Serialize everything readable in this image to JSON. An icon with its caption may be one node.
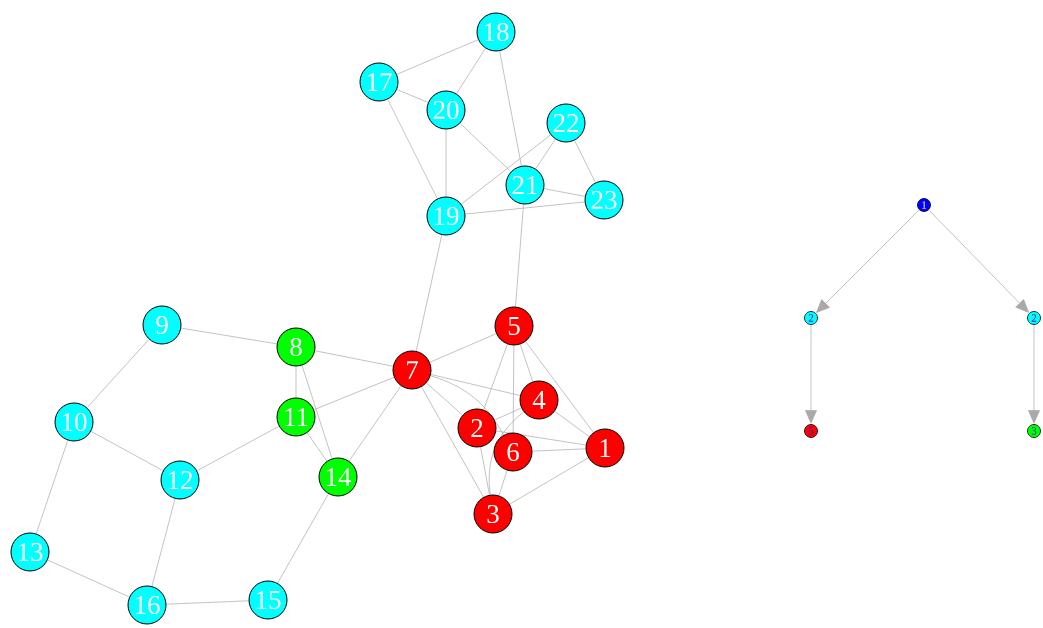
{
  "diagram": {
    "nodes": [
      {
        "text": [
          "1"
        ]
      },
      {
        "text": [
          "2"
        ]
      },
      {
        "text": [
          "3"
        ]
      },
      {
        "text": [
          "4"
        ]
      },
      {
        "text": [
          "5"
        ]
      },
      {
        "text": [
          "6"
        ]
      },
      {
        "text": [
          "7"
        ]
      },
      {
        "text": [
          "8"
        ]
      },
      {
        "text": [
          "9"
        ]
      },
      {
        "text": [
          "10"
        ]
      },
      {
        "text": [
          "11"
        ]
      },
      {
        "text": [
          "12"
        ]
      },
      {
        "text": [
          "13"
        ]
      },
      {
        "text": [
          "14"
        ]
      },
      {
        "text": [
          "15"
        ]
      },
      {
        "text": [
          "16"
        ]
      },
      {
        "text": [
          "17"
        ]
      },
      {
        "text": [
          "18"
        ]
      },
      {
        "text": [
          "19"
        ]
      },
      {
        "text": [
          "20"
        ]
      },
      {
        "text": [
          "21"
        ]
      },
      {
        "text": [
          "22"
        ]
      },
      {
        "text": [
          "23"
        ]
      },
      {
        "text": [
          "1"
        ]
      },
      {
        "text": [
          "2"
        ]
      },
      {
        "text": [
          "2"
        ]
      },
      {
        "text": [
          "5"
        ]
      },
      {
        "text": [
          "3"
        ]
      }
    ],
    "edges": [
      {
        "from": 6,
        "to": 1,
        "arrow": "none"
      },
      {
        "from": 6,
        "to": 5,
        "arrow": "none"
      },
      {
        "from": 6,
        "to": 2,
        "arrow": "none"
      },
      {
        "from": 6,
        "to": 4,
        "arrow": "none"
      },
      {
        "from": 6,
        "to": 3,
        "arrow": "none"
      },
      {
        "from": 4,
        "to": 1,
        "arrow": "none"
      },
      {
        "from": 4,
        "to": 5,
        "arrow": "none"
      },
      {
        "from": 4,
        "to": 3,
        "arrow": "none"
      },
      {
        "from": 4,
        "to": 0,
        "arrow": "none"
      },
      {
        "from": 3,
        "to": 0,
        "arrow": "none"
      },
      {
        "from": 3,
        "to": 1,
        "arrow": "none"
      },
      {
        "from": 3,
        "to": 2,
        "arrow": "none"
      },
      {
        "from": 5,
        "to": 2,
        "arrow": "none"
      },
      {
        "from": 5,
        "to": 0,
        "arrow": "none"
      },
      {
        "from": 1,
        "to": 0,
        "arrow": "none"
      },
      {
        "from": 1,
        "to": 2,
        "arrow": "none"
      },
      {
        "from": 2,
        "to": 0,
        "arrow": "none"
      },
      {
        "from": 16,
        "to": 17,
        "arrow": "none"
      },
      {
        "from": 16,
        "to": 19,
        "arrow": "none"
      },
      {
        "from": 16,
        "to": 18,
        "arrow": "none"
      },
      {
        "from": 17,
        "to": 19,
        "arrow": "none"
      },
      {
        "from": 17,
        "to": 20,
        "arrow": "none"
      },
      {
        "from": 19,
        "to": 18,
        "arrow": "none"
      },
      {
        "from": 19,
        "to": 20,
        "arrow": "none"
      },
      {
        "from": 18,
        "to": 21,
        "arrow": "none"
      },
      {
        "from": 20,
        "to": 21,
        "arrow": "none"
      },
      {
        "from": 21,
        "to": 22,
        "arrow": "none"
      },
      {
        "from": 20,
        "to": 22,
        "arrow": "none"
      },
      {
        "from": 18,
        "to": 22,
        "arrow": "none"
      },
      {
        "from": 20,
        "to": 4,
        "arrow": "none"
      },
      {
        "from": 18,
        "to": 6,
        "arrow": "none"
      },
      {
        "from": 8,
        "to": 7,
        "arrow": "none"
      },
      {
        "from": 8,
        "to": 9,
        "arrow": "none"
      },
      {
        "from": 9,
        "to": 11,
        "arrow": "none"
      },
      {
        "from": 9,
        "to": 12,
        "arrow": "none"
      },
      {
        "from": 12,
        "to": 15,
        "arrow": "none"
      },
      {
        "from": 15,
        "to": 14,
        "arrow": "none"
      },
      {
        "from": 15,
        "to": 11,
        "arrow": "none"
      },
      {
        "from": 11,
        "to": 10,
        "arrow": "none"
      },
      {
        "from": 14,
        "to": 13,
        "arrow": "none"
      },
      {
        "from": 7,
        "to": 6,
        "arrow": "none"
      },
      {
        "from": 7,
        "to": 10,
        "arrow": "none"
      },
      {
        "from": 7,
        "to": 13,
        "arrow": "none"
      },
      {
        "from": 10,
        "to": 6,
        "arrow": "none"
      },
      {
        "from": 13,
        "to": 6,
        "arrow": "none"
      },
      {
        "from": 10,
        "to": 13,
        "arrow": "none"
      },
      {
        "from": 23,
        "to": 24,
        "arrow": "to"
      },
      {
        "from": 23,
        "to": 25,
        "arrow": "to"
      },
      {
        "from": 24,
        "to": 26,
        "arrow": "to"
      },
      {
        "from": 25,
        "to": 27,
        "arrow": "to"
      }
    ]
  }
}
